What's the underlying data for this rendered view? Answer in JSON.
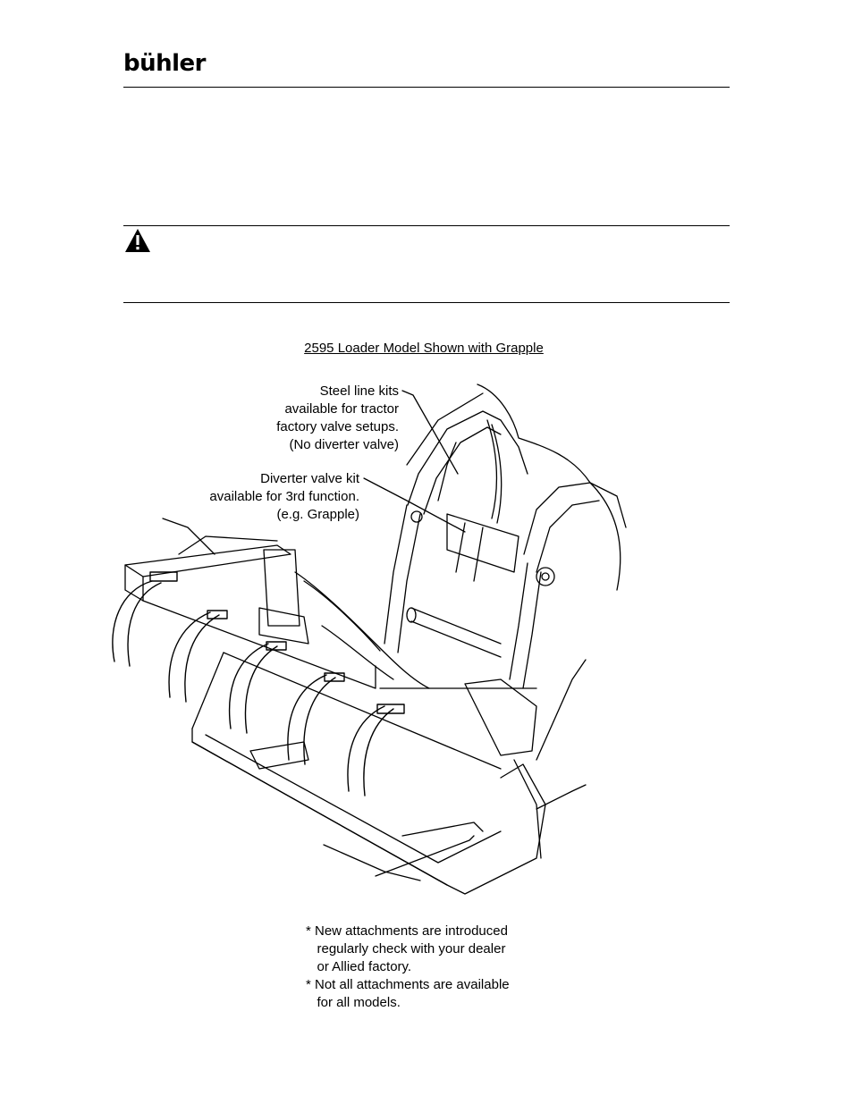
{
  "header": {
    "brand": "bühler"
  },
  "figure": {
    "caption": "2595 Loader Model Shown with Grapple",
    "callout_steel_lines": [
      "Steel line kits",
      "available for tractor",
      "factory valve setups.",
      "(No diverter valve)"
    ],
    "callout_diverter": [
      "Diverter valve kit",
      "available for 3rd function.",
      "(e.g. Grapple)"
    ]
  },
  "notes": [
    "* New attachments are introduced",
    "   regularly check with your dealer",
    "   or Allied factory.",
    "* Not all attachments are available",
    "   for all models."
  ],
  "icons": {
    "warning": "warning-triangle-icon"
  }
}
